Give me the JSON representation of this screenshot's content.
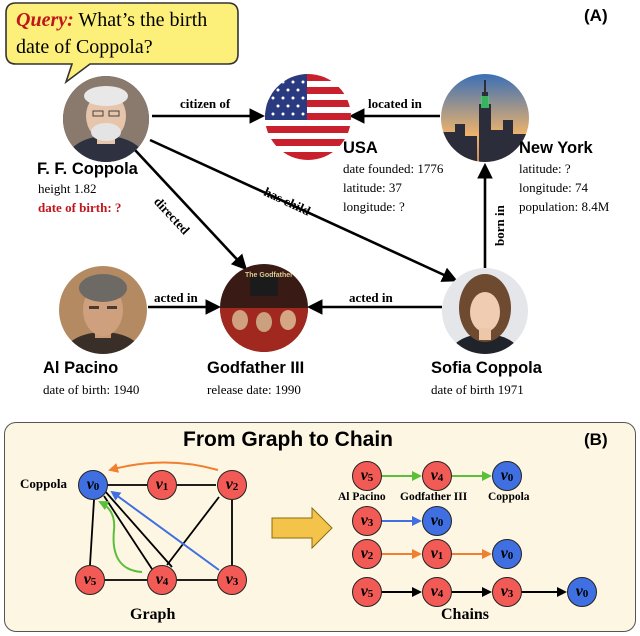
{
  "panel_a": {
    "tag": "(A)",
    "query": {
      "label": "Query:",
      "line1": "What’s the birth",
      "line2": "date of  Coppola?"
    },
    "entities": {
      "coppola": {
        "name": "F. F. Coppola",
        "attr1": "height 1.82",
        "attr2": "date of birth:  ?"
      },
      "usa": {
        "name": "USA",
        "attr1": "date founded:  1776",
        "attr2": "latitude:  37",
        "attr3": "longitude:  ?"
      },
      "newyork": {
        "name": "New York",
        "attr1": "latitude:  ?",
        "attr2": "longitude:  74",
        "attr3": "population:  8.4M"
      },
      "pacino": {
        "name": "Al Pacino",
        "attr1": "date of birth:  1940"
      },
      "godfather": {
        "name": "Godfather III",
        "attr1": "release date:  1990",
        "poster_text": "The Godfather"
      },
      "sofia": {
        "name": "Sofia Coppola",
        "attr1": "date of birth  1971"
      }
    },
    "edges": {
      "citizen_of": "citizen of",
      "located_in": "located in",
      "directed": "directed",
      "has_child": "has child",
      "born_in": "born in",
      "acted_in_left": "acted in",
      "acted_in_right": "acted in"
    }
  },
  "panel_b": {
    "tag": "(B)",
    "title": "From Graph to Chain",
    "graph_label": "Graph",
    "chains_label": "Chains",
    "coppola_label": "Coppola",
    "nodes": {
      "v0": "v",
      "sub0": "0",
      "sub1": "1",
      "sub2": "2",
      "sub3": "3",
      "sub4": "4",
      "sub5": "5"
    },
    "chain_captions": {
      "al_pacino": "Al Pacino",
      "godfather": "Godfather III",
      "coppola": "Coppola"
    },
    "colors": {
      "red_node": "#f25a55",
      "blue_node": "#3f6fe0",
      "orange_edge": "#f08030",
      "blue_edge": "#3f6fe0",
      "green_edge": "#5cbf3a",
      "panel_bg": "#fdf6e3"
    }
  }
}
